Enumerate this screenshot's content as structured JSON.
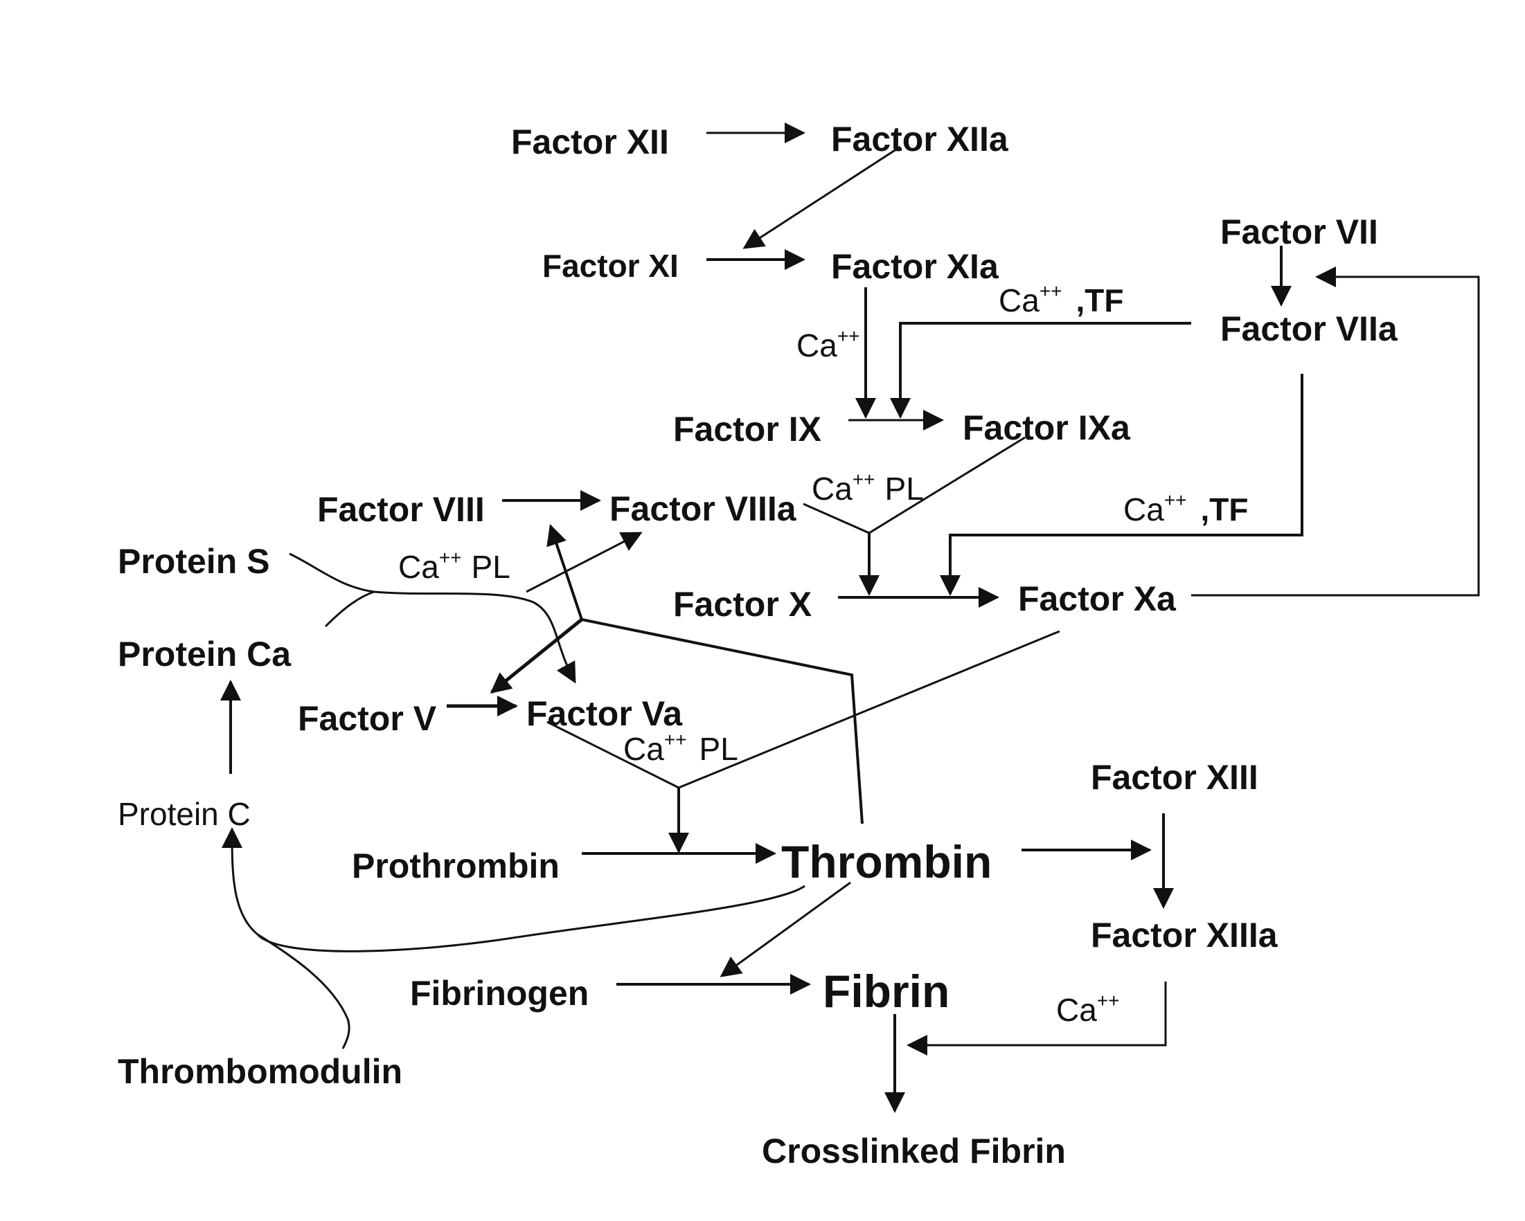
{
  "nodes": {
    "factor_xii": "Factor XII",
    "factor_xiia": "Factor XIIa",
    "factor_xi": "Factor XI",
    "factor_xia": "Factor XIa",
    "factor_vii": "Factor VII",
    "factor_viia": "Factor VIIa",
    "factor_ix": "Factor IX",
    "factor_ixa": "Factor IXa",
    "factor_viii": "Factor VIII",
    "factor_viiia": "Factor VIIIa",
    "factor_x": "Factor X",
    "factor_xa": "Factor Xa",
    "protein_s": "Protein S",
    "protein_ca": "Protein Ca",
    "protein_c": "Protein C",
    "factor_v": "Factor V",
    "factor_va": "Factor Va",
    "prothrombin": "Prothrombin",
    "thrombin": "Thrombin",
    "factor_xiii": "Factor XIII",
    "factor_xiiia": "Factor XIIIa",
    "fibrinogen": "Fibrinogen",
    "fibrin": "Fibrin",
    "thrombomodulin": "Thrombomodulin",
    "crosslinked_fibrin": "Crosslinked Fibrin"
  },
  "cofactors": {
    "ca": "Ca",
    "sup": "++",
    "tf": ",TF",
    "pl": "PL"
  }
}
